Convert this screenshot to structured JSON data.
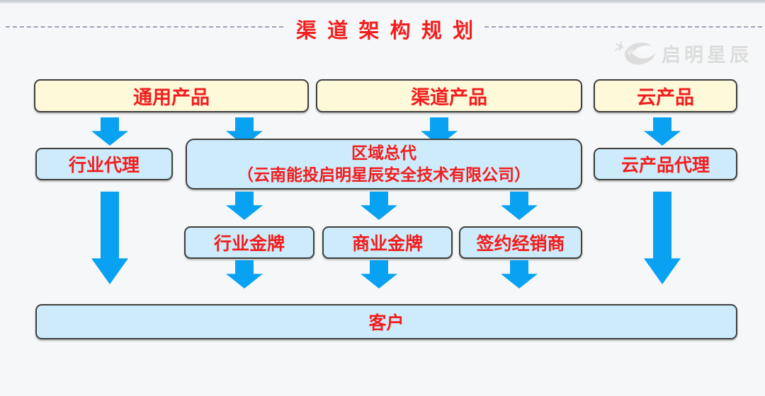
{
  "header": {
    "title": "渠 道 架 构 规 划"
  },
  "logo": {
    "brand": "启明星辰",
    "icon_label": "Venus"
  },
  "colors": {
    "arrow_blue": "#09a2f3",
    "box_cream": "#fdf9d9",
    "box_blue": "#cdebfa",
    "text_red": "#f21d1d",
    "border_dark": "#3f3f3f",
    "dash_gray": "#99a2b6",
    "logo_gray": "#d8d8d8"
  },
  "diagram": {
    "row1": [
      {
        "label": "通用产品"
      },
      {
        "label": "渠道产品"
      },
      {
        "label": "云产品"
      }
    ],
    "row2": {
      "left": {
        "label": "行业代理"
      },
      "center": {
        "line1": "区域总代",
        "line2": "（云南能投启明星辰安全技术有限公司）"
      },
      "right": {
        "label": "云产品代理"
      }
    },
    "row3": [
      {
        "label": "行业金牌"
      },
      {
        "label": "商业金牌"
      },
      {
        "label": "签约经销商"
      }
    ],
    "bottom": {
      "label": "客户"
    }
  }
}
